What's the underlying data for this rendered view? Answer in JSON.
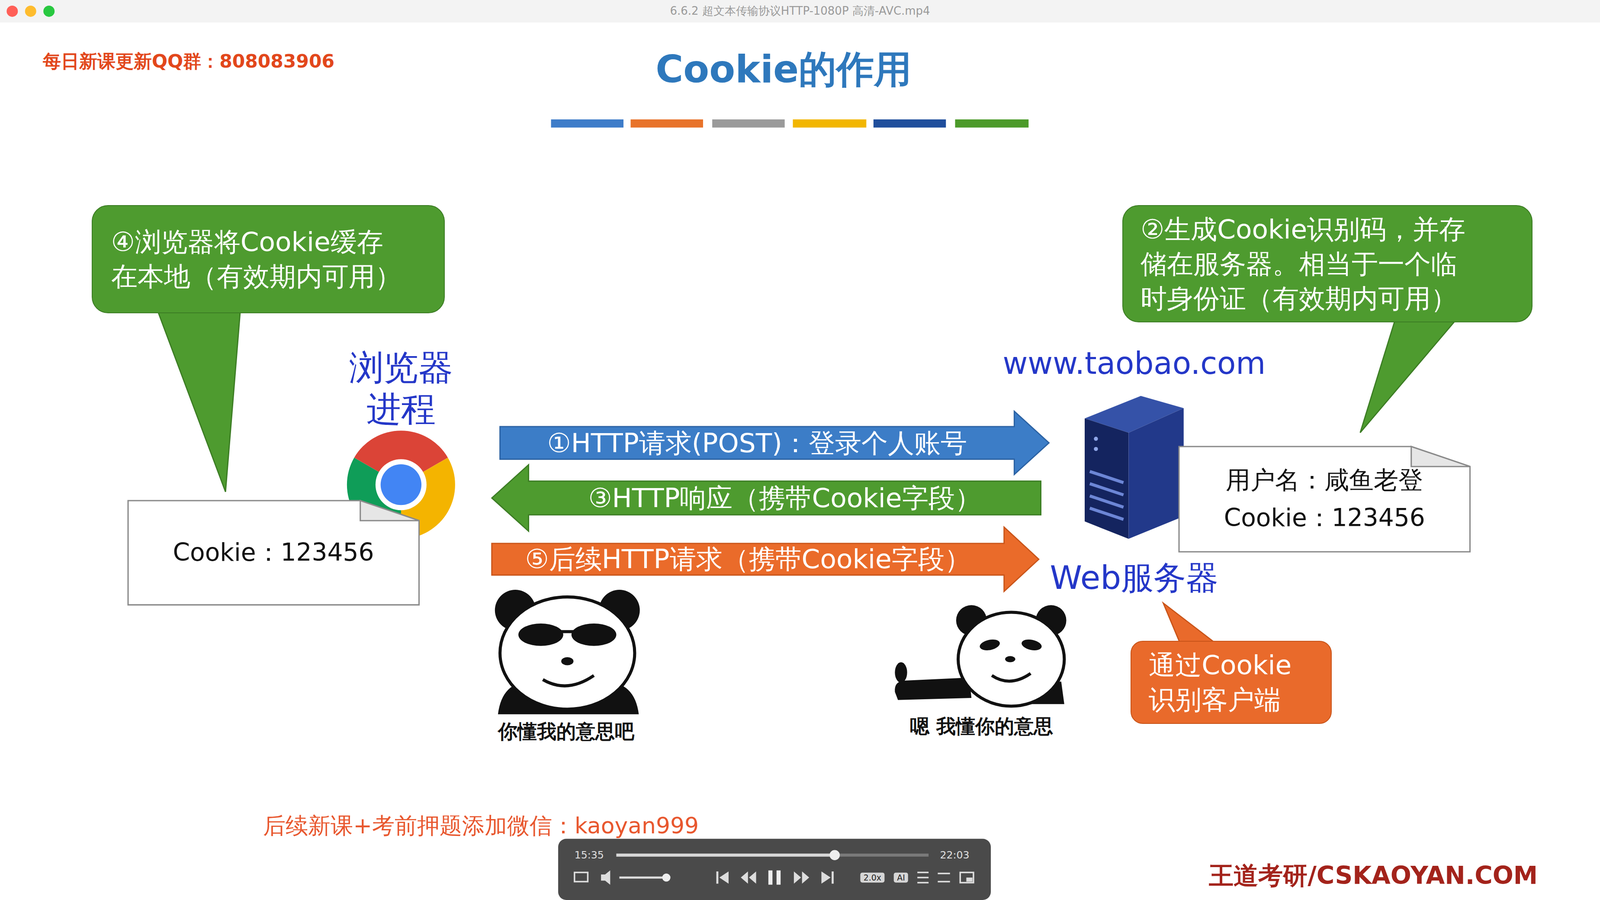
{
  "diagram": {
    "title": "Cookie的作用",
    "nodes": [
      {
        "text": [
          "④浏览器将Cookie缓存在本地（有效期内可用）"
        ]
      },
      {
        "text": [
          "Cookie：123456"
        ]
      },
      {
        "text": [
          "浏览器 进程"
        ]
      },
      {
        "text": [
          "www.taobao.com",
          "Web服务器"
        ]
      },
      {
        "text": [
          "②生成Cookie识别码，并存储在服务器。相当于一个临时身份证（有效期内可用）"
        ]
      },
      {
        "text": [
          "用户名：咸鱼老登",
          "Cookie：123456"
        ]
      },
      {
        "text": [
          "通过Cookie识别客户端"
        ]
      }
    ],
    "edges": [
      {
        "from": 2,
        "to": 3,
        "arrow": "to",
        "label": "①HTTP请求(POST)：登录个人账号"
      },
      {
        "from": 3,
        "to": 2,
        "arrow": "to",
        "label": "③HTTP响应（携带Cookie字段）"
      },
      {
        "from": 2,
        "to": 3,
        "arrow": "to",
        "label": "⑤后续HTTP请求（携带Cookie字段）"
      }
    ],
    "labels": [
      "6.6.2 超文本传输协议HTTP-1080P 高清-AVC.mp4",
      "每日新课更新QQ群：808083906",
      "你懂我的意思吧",
      "嗯 我懂你的意思",
      "后续新课+考前押题添加微信：kaoyan999",
      "王道考研/CSKAOYAN.COM",
      "15:35",
      "22:03",
      "2.0x",
      "AI"
    ]
  }
}
